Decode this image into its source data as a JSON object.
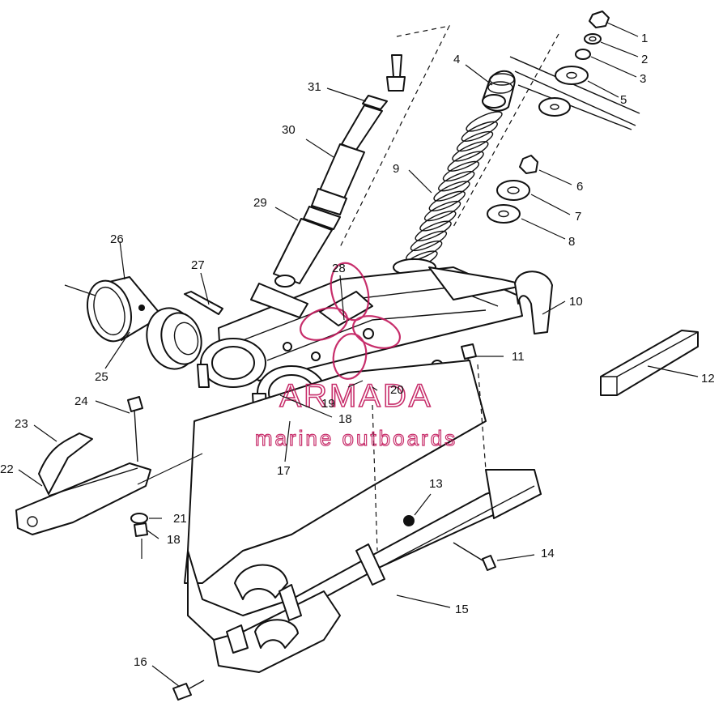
{
  "watermark": {
    "brand": "ARMADA",
    "tagline": "marine outboards",
    "color": "#c2185b"
  },
  "callouts": [
    {
      "id": "c1",
      "label": "1"
    },
    {
      "id": "c2",
      "label": "2"
    },
    {
      "id": "c3",
      "label": "3"
    },
    {
      "id": "c4",
      "label": "4"
    },
    {
      "id": "c5",
      "label": "5"
    },
    {
      "id": "c6",
      "label": "6"
    },
    {
      "id": "c7",
      "label": "7"
    },
    {
      "id": "c8",
      "label": "8"
    },
    {
      "id": "c9",
      "label": "9"
    },
    {
      "id": "c10",
      "label": "10"
    },
    {
      "id": "c11",
      "label": "11"
    },
    {
      "id": "c12",
      "label": "12"
    },
    {
      "id": "c13",
      "label": "13"
    },
    {
      "id": "c14",
      "label": "14"
    },
    {
      "id": "c15",
      "label": "15"
    },
    {
      "id": "c16",
      "label": "16"
    },
    {
      "id": "c17",
      "label": "17"
    },
    {
      "id": "c18a",
      "label": "18"
    },
    {
      "id": "c18b",
      "label": "18"
    },
    {
      "id": "c19",
      "label": "19"
    },
    {
      "id": "c20",
      "label": "20"
    },
    {
      "id": "c21",
      "label": "21"
    },
    {
      "id": "c22",
      "label": "22"
    },
    {
      "id": "c23",
      "label": "23"
    },
    {
      "id": "c24",
      "label": "24"
    },
    {
      "id": "c25",
      "label": "25"
    },
    {
      "id": "c26",
      "label": "26"
    },
    {
      "id": "c27",
      "label": "27"
    },
    {
      "id": "c28",
      "label": "28"
    },
    {
      "id": "c29",
      "label": "29"
    },
    {
      "id": "c30",
      "label": "30"
    },
    {
      "id": "c31",
      "label": "31"
    }
  ]
}
